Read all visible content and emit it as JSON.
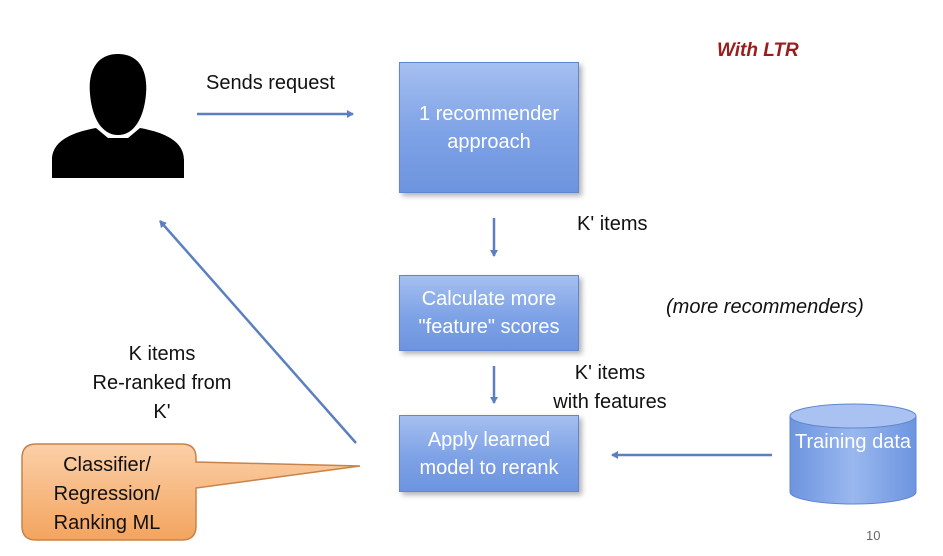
{
  "diagram": {
    "mode_label": "With LTR",
    "user_to_recommender_label": "Sends request",
    "recommender_box": "1 recommender approach",
    "k_prime_items_label": "K' items",
    "feature_box": "Calculate more \"feature\" scores",
    "more_recommenders_note": "(more recommenders)",
    "k_prime_with_features_line1": "K' items",
    "k_prime_with_features_line2": "with features",
    "rerank_box": "Apply learned model to rerank",
    "training_data": "Training data",
    "k_items_line1": "K items",
    "k_items_line2": "Re-ranked from",
    "k_items_line3": "K'",
    "callout": "Classifier/ Regression/ Ranking ML",
    "page_number": "10"
  },
  "colors": {
    "box_fill": "#7ea2e6",
    "arrow": "#5b7fc0",
    "callout_fill": "#f6b27a",
    "mode_label": "#9b1c1c"
  },
  "icons": [
    "user-silhouette-icon",
    "database-cylinder-icon"
  ]
}
